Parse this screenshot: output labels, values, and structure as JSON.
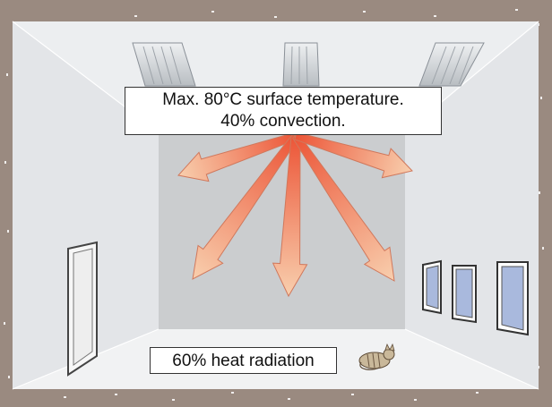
{
  "annotations": {
    "surface_temperature": "Max. 80°C surface temperature.",
    "convection": "40% convection.",
    "radiation": "60% heat radiation"
  },
  "colors": {
    "outer_wall": "#9a8a80",
    "room_side_walls": "#e6e8ea",
    "back_wall": "#cbcdcf",
    "floor": "#f0f1f2",
    "heater": "#cfd3d7",
    "arrow_hot": "#ec5537",
    "arrow_cool": "#f8cfae",
    "window_glass": "#a9b9dd"
  },
  "icons": [
    "ceiling-heater-icon",
    "heat-arrow-icon",
    "door-icon",
    "window-icon",
    "cat-icon"
  ]
}
